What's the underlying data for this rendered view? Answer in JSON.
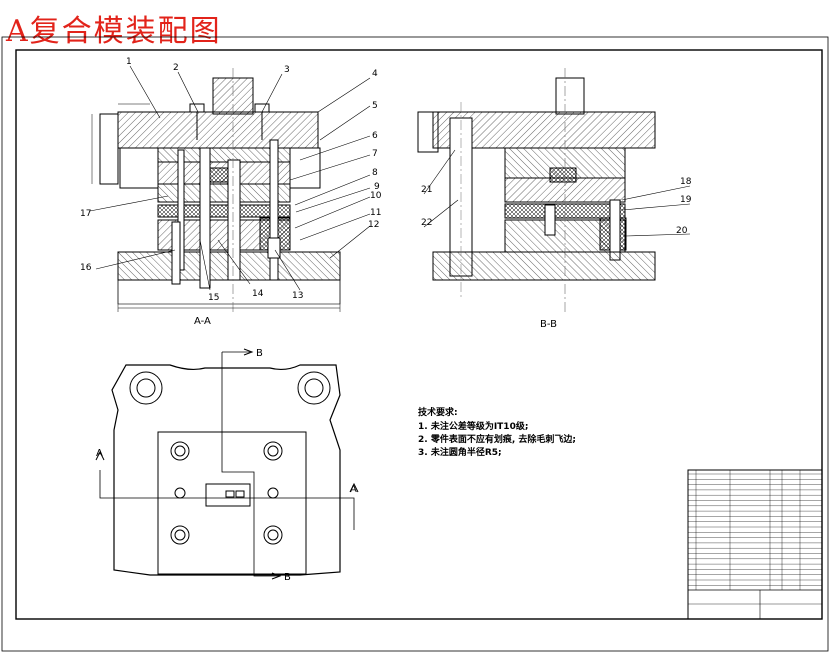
{
  "title": "A复合模装配图",
  "part_numbers": [
    "1",
    "2",
    "3",
    "4",
    "5",
    "6",
    "7",
    "8",
    "9",
    "10",
    "11",
    "12",
    "13",
    "14",
    "15",
    "16",
    "17",
    "18",
    "19",
    "20",
    "21",
    "22"
  ],
  "section_labels": {
    "aa": "A-A",
    "bb": "B-B"
  },
  "cut_markers": {
    "a": "A",
    "b": "B"
  },
  "technical_requirements": {
    "heading": "技术要求:",
    "items": [
      "1. 未注公差等级为IT10级;",
      "2. 零件表面不应有划痕, 去除毛刺飞边;",
      "3. 未注圆角半径R5;"
    ]
  },
  "colors": {
    "title": "#e2231a",
    "lines": "#000000",
    "centerline": "#6a6a6a"
  }
}
